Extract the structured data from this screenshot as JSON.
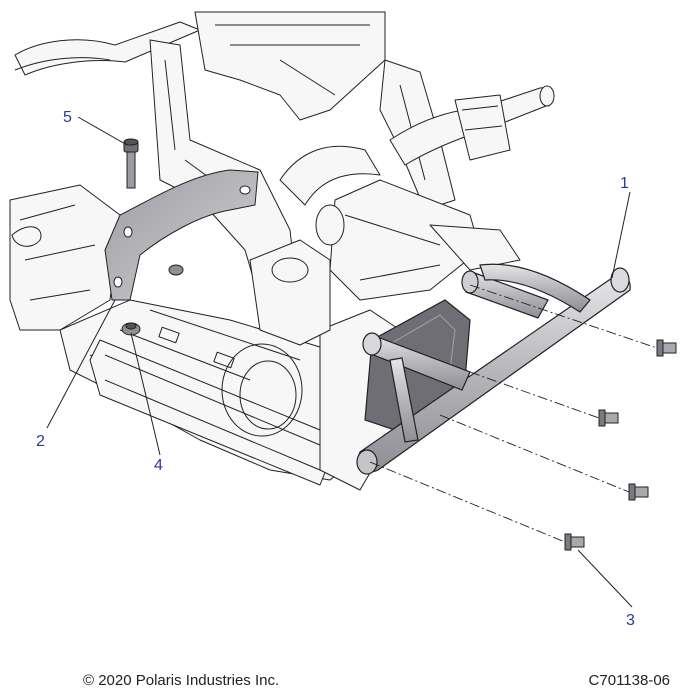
{
  "callouts": [
    {
      "number": "1",
      "part": "front-bumper"
    },
    {
      "number": "2",
      "part": "mounting-bracket"
    },
    {
      "number": "3",
      "part": "flange-bolt"
    },
    {
      "number": "4",
      "part": "flange-nut"
    },
    {
      "number": "5",
      "part": "bracket-bolt"
    }
  ],
  "footer": {
    "copyright": "© 2020 Polaris Industries Inc.",
    "drawing_id": "C701138-06"
  },
  "colors": {
    "line": "#222222",
    "frame_fill": "#f7f7f8",
    "part_shade": "#b8b8bc",
    "callout_text": "#2a3a9a"
  }
}
